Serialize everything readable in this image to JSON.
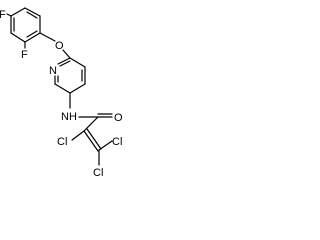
{
  "structure": {
    "atoms": {
      "f_top": "F",
      "f_ortho": "F",
      "o_ether": "O",
      "n_pyridine": "N",
      "nh_amide": "NH",
      "o_carbonyl": "O",
      "cl_alpha": "Cl",
      "cl_beta_a": "Cl",
      "cl_beta_b": "Cl"
    }
  }
}
